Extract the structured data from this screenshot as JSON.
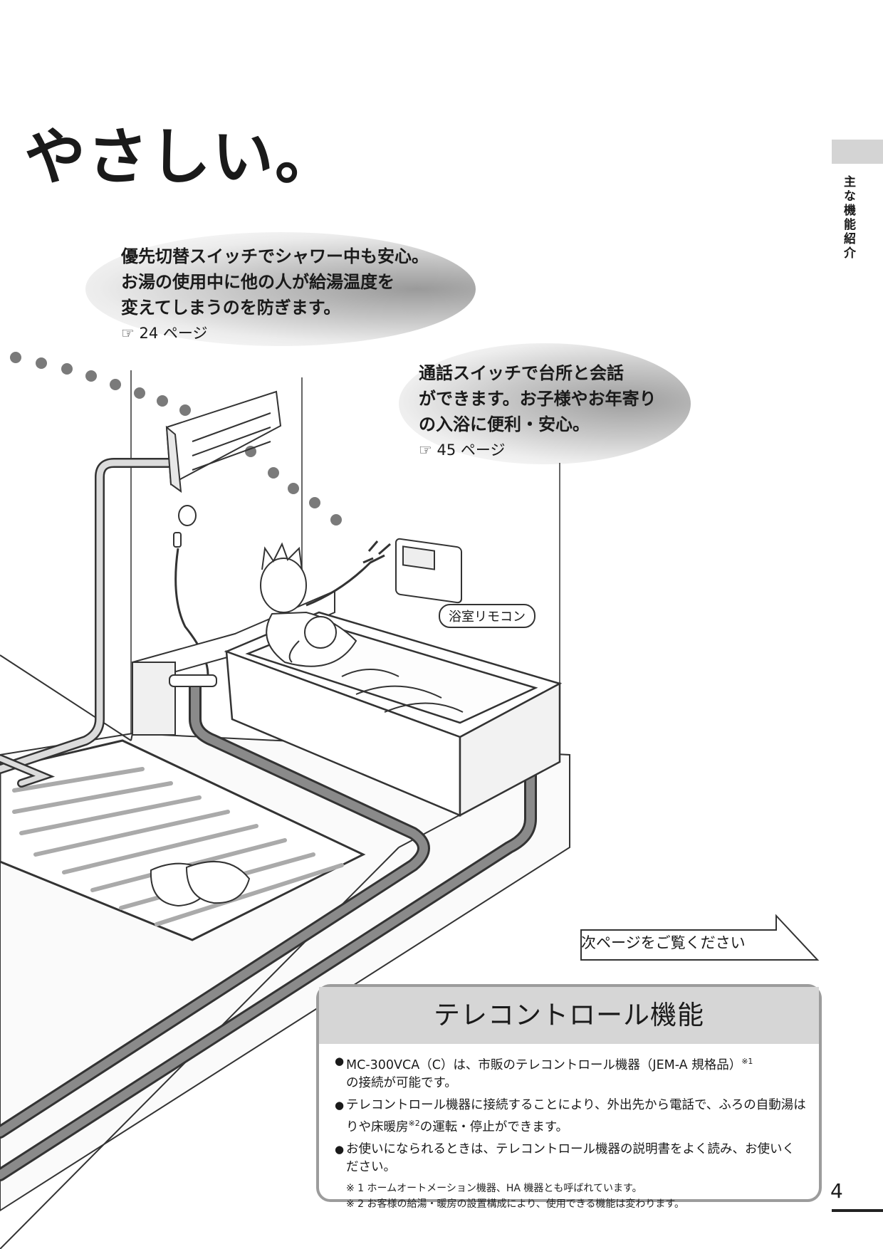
{
  "heading": "やさしい。",
  "side_tab": "主な機能紹介",
  "callouts": [
    {
      "lines": [
        "優先切替スイッチでシャワー中も安心。",
        "お湯の使用中に他の人が給湯温度を",
        "変えてしまうのを防ぎます。"
      ],
      "ref_icon": "pointing-hand-icon",
      "ref": "☞ 24 ページ"
    },
    {
      "lines": [
        "通話スイッチで台所と会話",
        "ができます。お子様やお年寄り",
        "の入浴に便利・安心。"
      ],
      "ref_icon": "pointing-hand-icon",
      "ref": "☞ 45 ページ"
    }
  ],
  "illustration": {
    "remote_label": "浴室リモコン"
  },
  "next_page": "次ページをご覧ください",
  "info_box": {
    "title": "テレコントロール機能",
    "bullets": [
      [
        "MC-300VCA（C）は、市販のテレコントロール機器（JEM-A 規格品）",
        "※1",
        "の接続が可能です。"
      ],
      [
        "テレコントロール機器に接続することにより、外出先から電話で、ふろの自動湯はりや床暖房",
        "※2",
        "の運転・停止ができます。"
      ],
      [
        "お使いになられるときは、テレコントロール機器の説明書をよく読み、お使いください。"
      ]
    ],
    "notes": [
      "※ 1 ホームオートメーション機器、HA 機器とも呼ばれています。",
      "※ 2 お客様の給湯・暖房の設置構成により、使用できる機能は変わります。"
    ]
  },
  "page_number": "4",
  "colors": {
    "tab_gray": "#d4d4d4",
    "box_border": "#9c9c9c",
    "box_header": "#d6d6d6",
    "pipe_gray": "#8a8a8a"
  }
}
